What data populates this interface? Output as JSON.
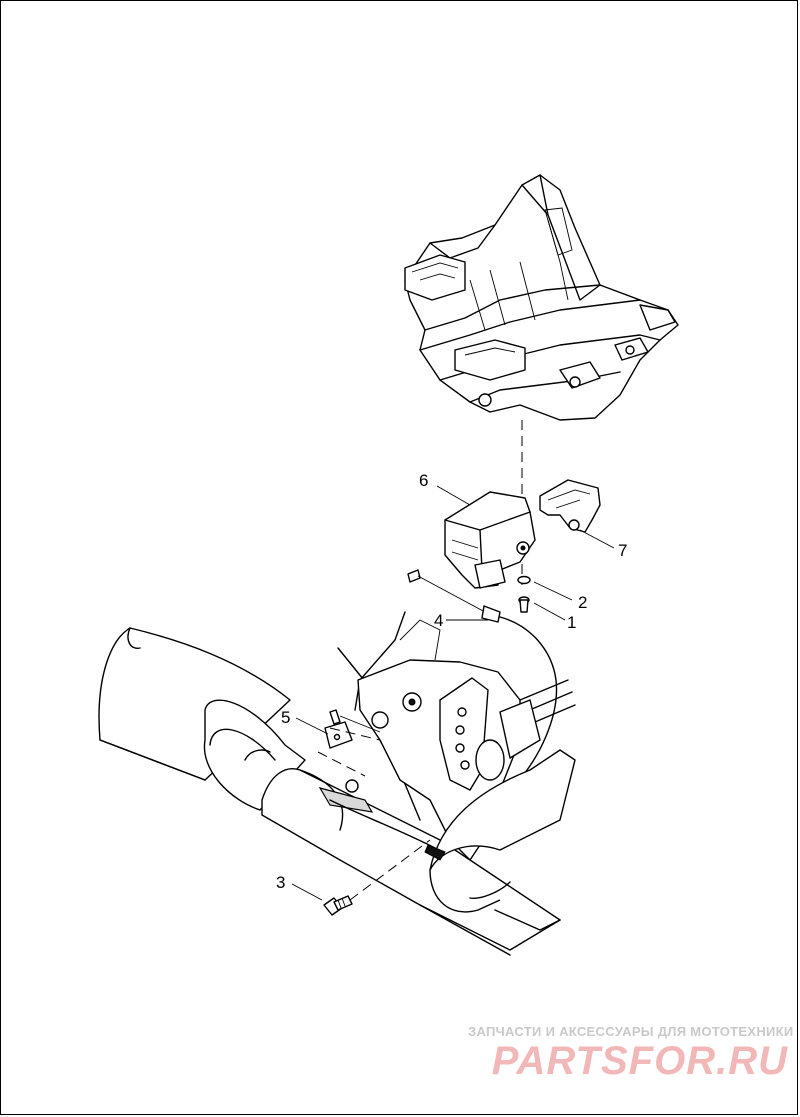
{
  "callouts": {
    "part_1": "1",
    "part_2": "2",
    "part_3": "3",
    "part_4": "4",
    "part_5": "5",
    "part_6": "6",
    "part_7": "7"
  },
  "watermark": {
    "tagline": "ЗАПЧАСТИ И АКСЕССУАРЫ ДЛЯ МОТОТЕХНИКИ",
    "brand": "PARTSFOR.RU"
  },
  "colors": {
    "line": "#000000",
    "background": "#ffffff",
    "watermark_text": "#c9c9c9",
    "watermark_brand": "#f2b8b8"
  }
}
